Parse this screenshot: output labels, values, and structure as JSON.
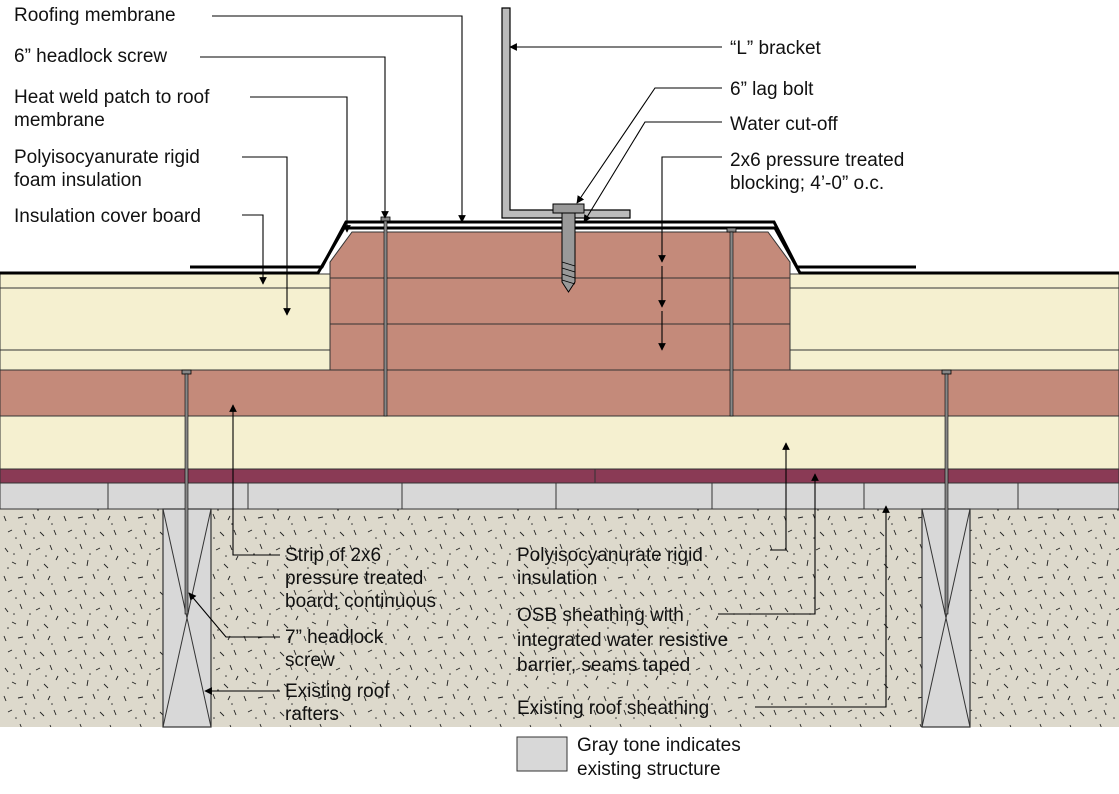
{
  "colors": {
    "blocking": "#c48a7a",
    "insulation": "#f5f0d0",
    "osb": "#8a3a55",
    "existing": "#d8d8d8",
    "ground": "#ddd9cc",
    "membrane": "#000000",
    "patch": "#cc2222"
  },
  "labels": {
    "roofing_membrane": "Roofing membrane",
    "headlock_6": "6” headlock screw",
    "heat_weld_1": "Heat weld patch to roof",
    "heat_weld_2": "membrane",
    "polyiso_foam_1": "Polyisocyanurate rigid",
    "polyiso_foam_2": "foam insulation",
    "cover_board": "Insulation cover board",
    "l_bracket": "“L” bracket",
    "lag_bolt": "6” lag bolt",
    "water_cutoff": "Water cut-off",
    "blocking_1": "2x6 pressure treated",
    "blocking_2": "blocking; 4’-0” o.c.",
    "strip_1": "Strip of 2x6",
    "strip_2": "pressure treated",
    "strip_3": "board; continuous",
    "polyiso_ins_1": "Polyisocyanurate rigid",
    "polyiso_ins_2": "insulation",
    "osb_1": "OSB sheathing with",
    "osb_2": "integrated water resistive",
    "osb_3": "barrier, seams taped",
    "headlock_7_1": "7” headlock",
    "headlock_7_2": "screw",
    "rafters_1": "Existing roof",
    "rafters_2": "rafters",
    "roof_sheathing": "Existing roof sheathing",
    "legend_1": "Gray tone indicates",
    "legend_2": "existing structure"
  }
}
